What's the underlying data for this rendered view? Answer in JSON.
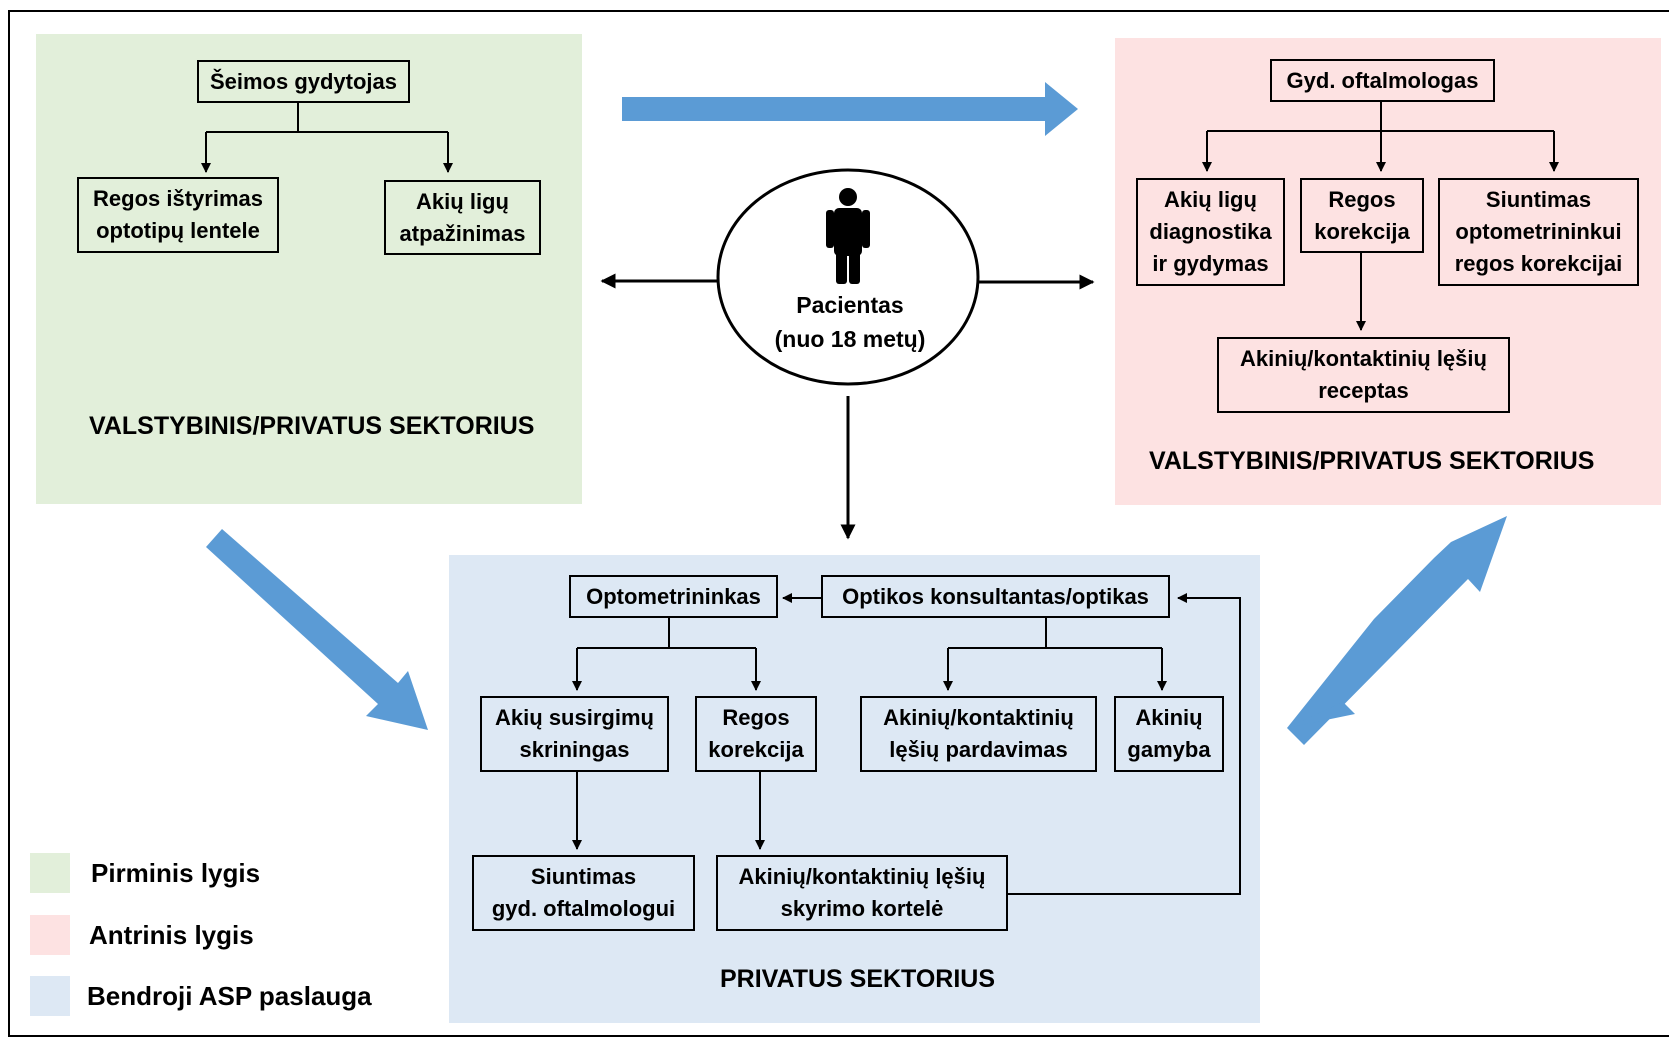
{
  "colors": {
    "primary_level": "#e2efda",
    "secondary_level": "#fde2e2",
    "asp_service": "#dde8f4",
    "big_arrow": "#5b9bd5"
  },
  "patient": {
    "icon": "person-icon",
    "label": "Pacientas\n(nuo 18 metų)"
  },
  "primary_sector": {
    "title": "VALSTYBINIS/PRIVATUS  SEKTORIUS",
    "root": "Šeimos gydytojas",
    "children": [
      "Regos ištyrimas\noptotipų lentele",
      "Akių ligų\natpažinimas"
    ]
  },
  "secondary_sector": {
    "title": "VALSTYBINIS/PRIVATUS  SEKTORIUS",
    "root": "Gyd. oftalmologas",
    "children": [
      "Akių ligų\ndiagnostika\nir gydymas",
      "Regos\nkorekcija",
      "Siuntimas\noptometrininkui\nregos korekcijai"
    ],
    "prescription": "Akinių/kontaktinių lęšių\nreceptas"
  },
  "private_sector": {
    "title": "PRIVATUS SEKTORIUS",
    "optometrist": "Optometrininkas",
    "optician": "Optikos konsultantas/optikas",
    "screening": "Akių susirgimų\nskriningas",
    "correction": "Regos\nkorekcija",
    "sales": "Akinių/kontaktinių\nlęšių pardavimas",
    "manufacturing": "Akinių\ngamyba",
    "referral": "Siuntimas\ngyd. oftalmologui",
    "card": "Akinių/kontaktinių lęšių\nskyrimo kortelė"
  },
  "legend": [
    {
      "label": "Pirminis lygis",
      "color": "#e2efda"
    },
    {
      "label": "Antrinis lygis",
      "color": "#fde2e2"
    },
    {
      "label": "Bendroji ASP paslauga",
      "color": "#dde8f4"
    }
  ]
}
